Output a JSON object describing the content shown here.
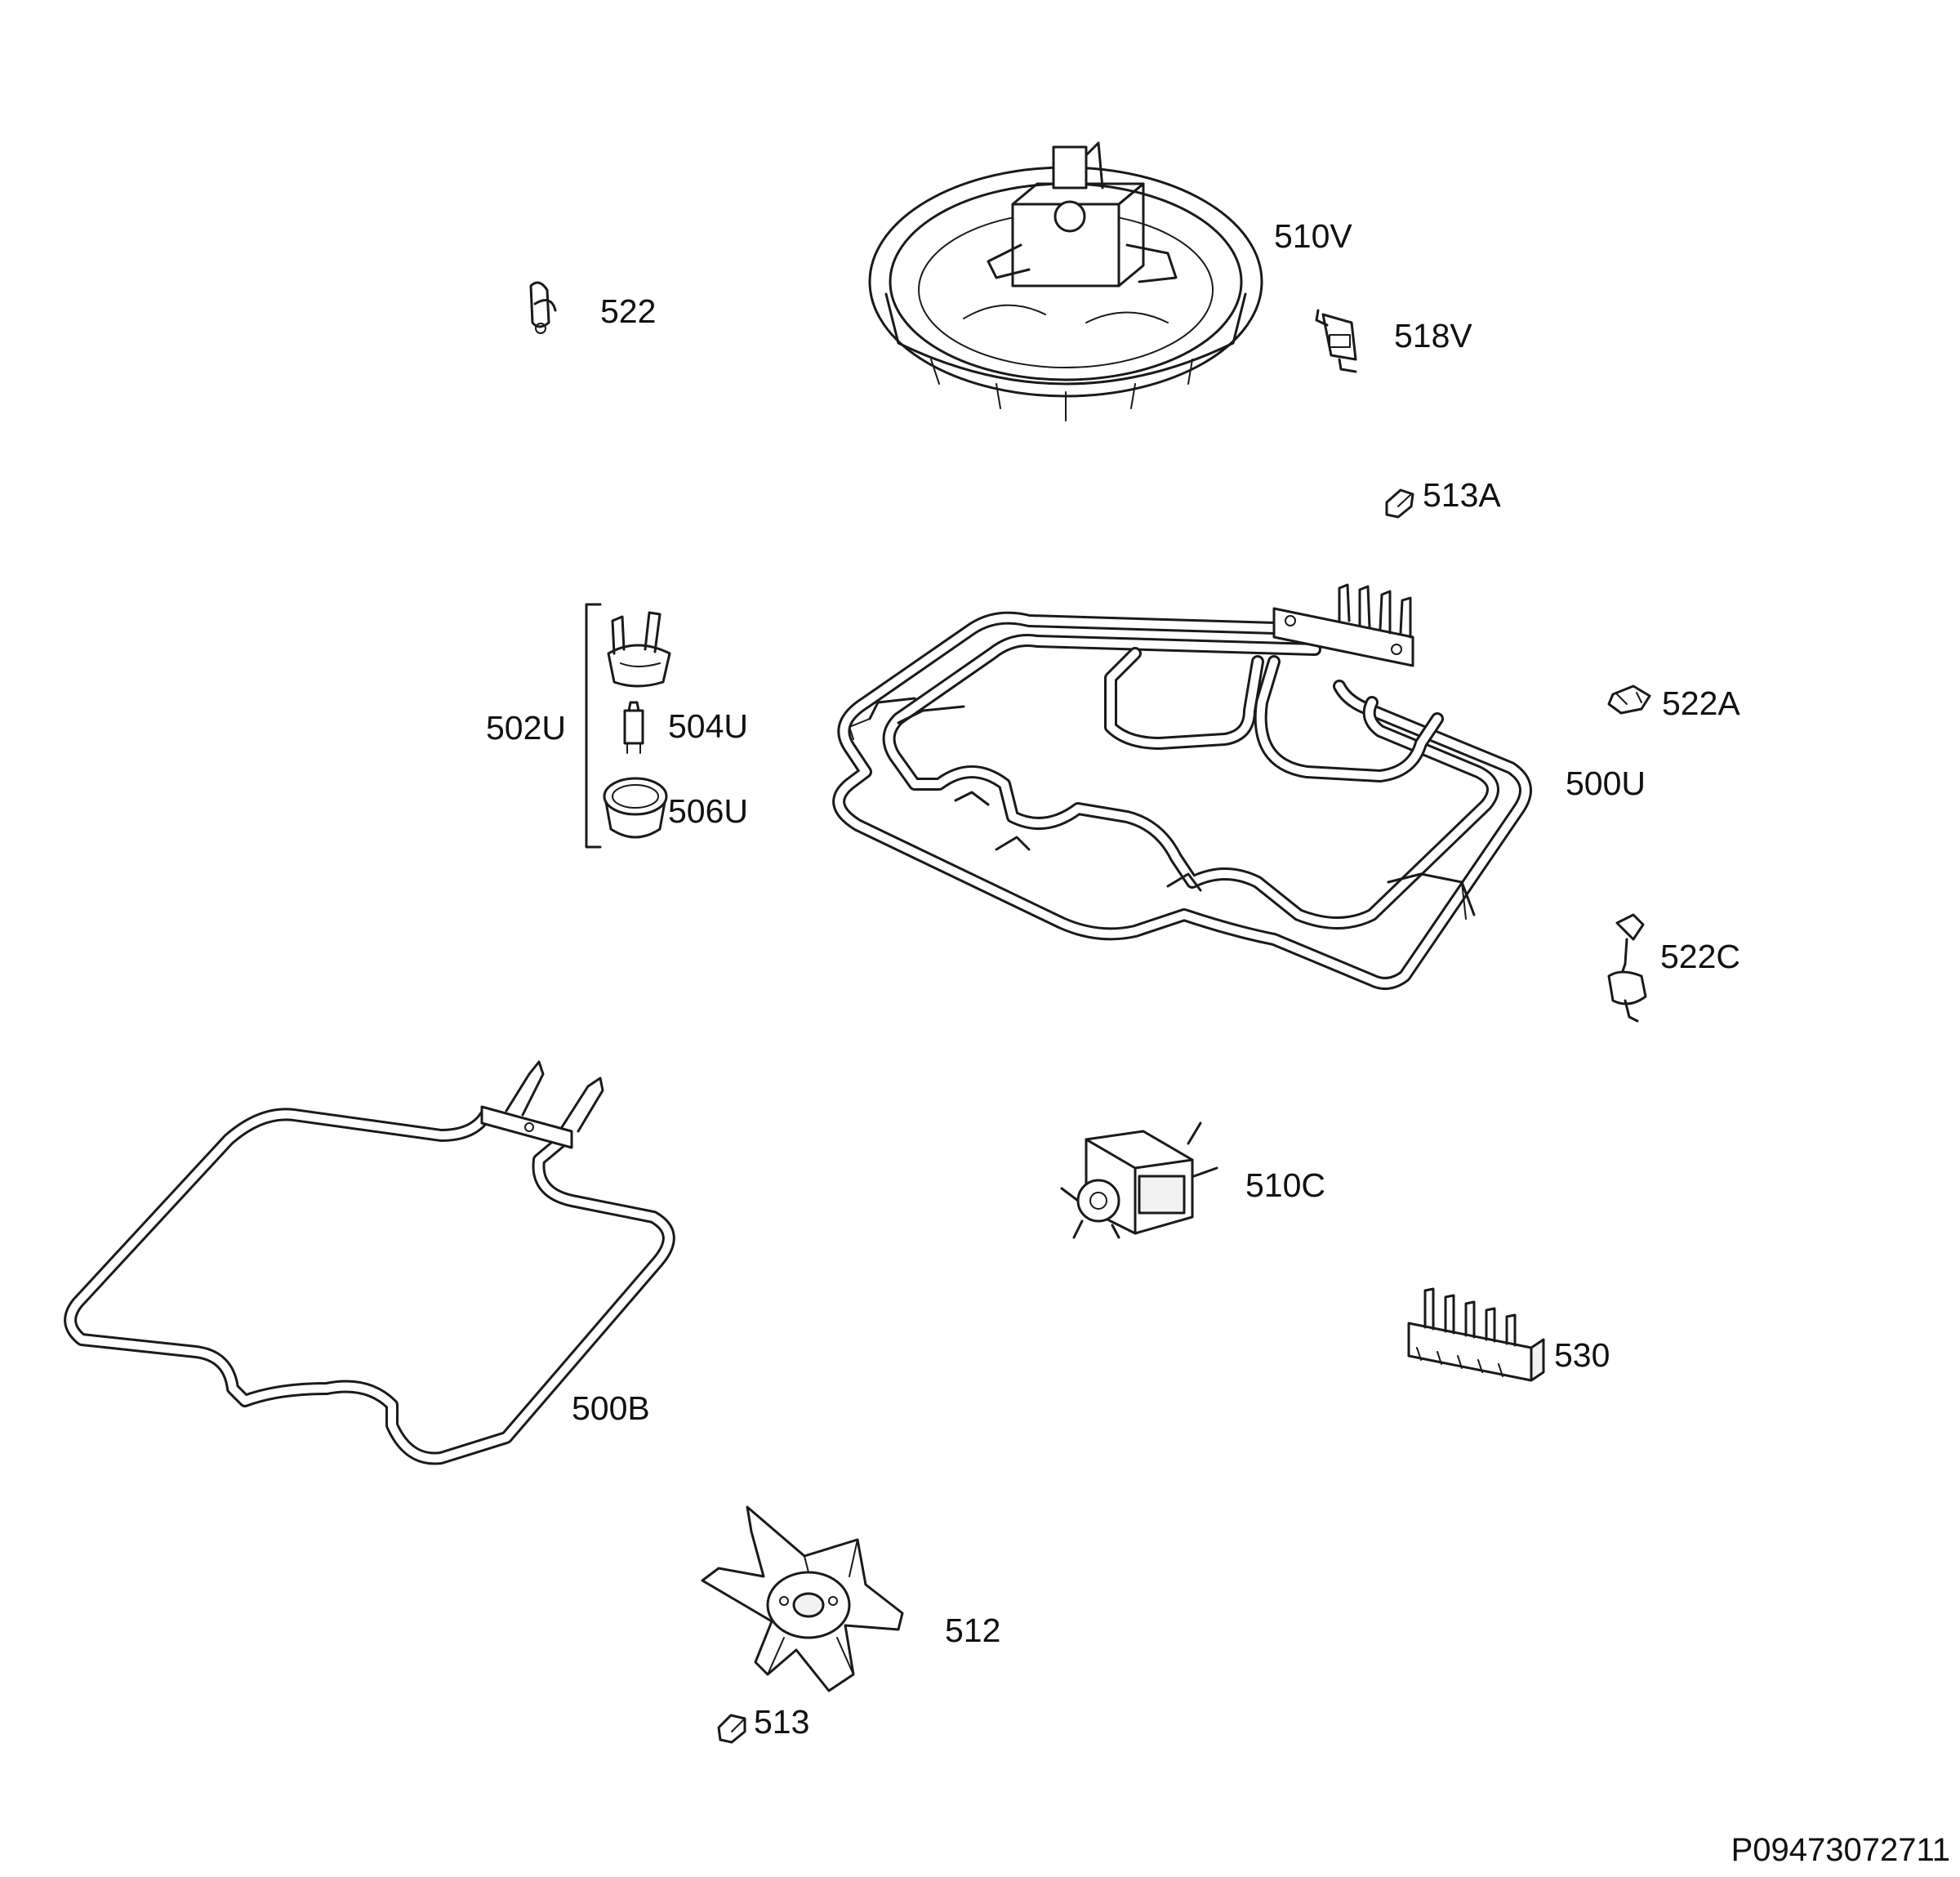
{
  "parts": {
    "p510V": "510V",
    "p522": "522",
    "p518V": "518V",
    "p513A": "513A",
    "p502U": "502U",
    "p504U": "504U",
    "p506U": "506U",
    "p522A": "522A",
    "p500U": "500U",
    "p522C": "522C",
    "p510C": "510C",
    "p530": "530",
    "p500B": "500B",
    "p512": "512",
    "p513": "513"
  },
  "document_code": "P09473072711"
}
